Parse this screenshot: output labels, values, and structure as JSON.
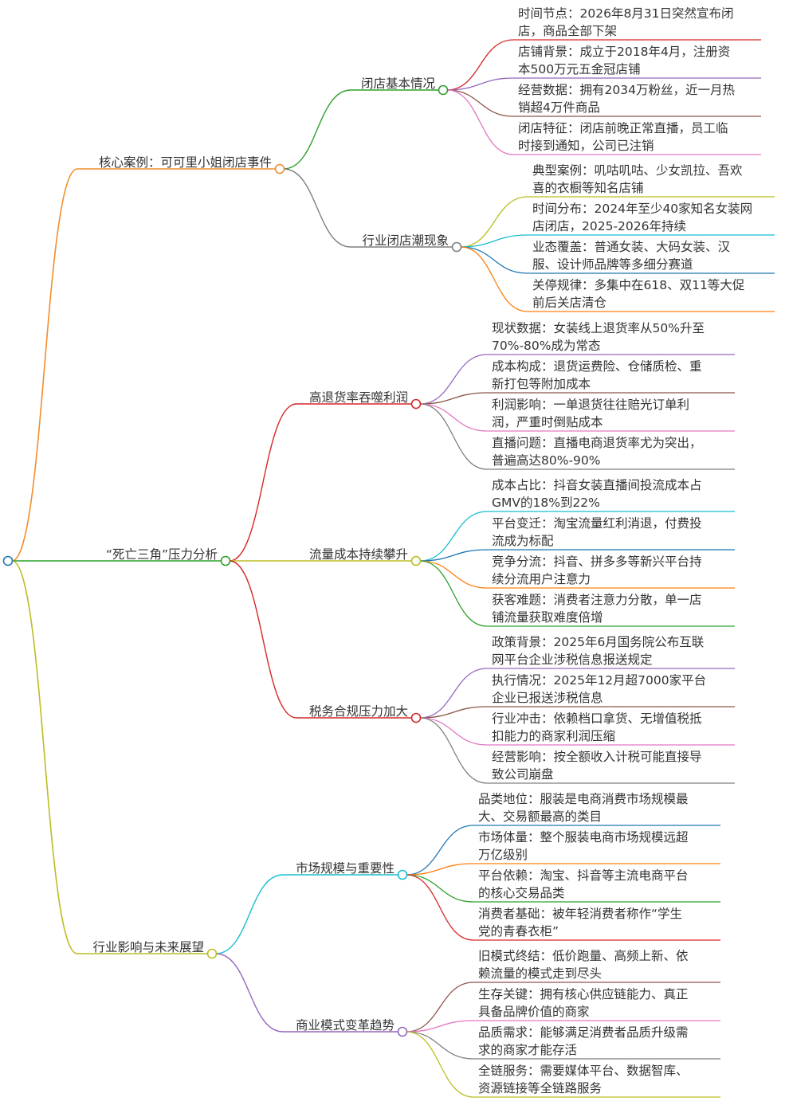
{
  "root": {
    "children": [
      {
        "label": "核心案例：可可里小姐闭店事件",
        "color": "#f28e2c",
        "children": [
          {
            "label": "闭店基本情况",
            "color": "#2ca02c",
            "leaves": [
              {
                "lines": [
                  "时间节点：2026年8月31日突然宣布闭",
                  "店，商品全部下架"
                ],
                "color": "#d62728"
              },
              {
                "lines": [
                  "店铺背景：成立于2018年4月，注册资",
                  "本500万元五金冠店铺"
                ],
                "color": "#9467bd"
              },
              {
                "lines": [
                  "经营数据：拥有2034万粉丝，近一月热",
                  "销超4万件商品"
                ],
                "color": "#8c564b"
              },
              {
                "lines": [
                  "闭店特征：闭店前晚正常直播，员工临",
                  "时接到通知，公司已注销"
                ],
                "color": "#e377c2"
              }
            ]
          },
          {
            "label": "行业闭店潮现象",
            "color": "#7f7f7f",
            "leaves": [
              {
                "lines": [
                  "典型案例：叽咕叽咕、少女凯拉、吾欢",
                  "喜的衣橱等知名店铺"
                ],
                "color": "#bcbd22"
              },
              {
                "lines": [
                  "时间分布：2024年至少40家知名女装网",
                  "店闭店，2025-2026年持续"
                ],
                "color": "#17becf"
              },
              {
                "lines": [
                  "业态覆盖：普通女装、大码女装、汉",
                  "服、设计师品牌等多细分赛道"
                ],
                "color": "#1f77b4"
              },
              {
                "lines": [
                  "关停规律：多集中在618、双11等大促",
                  "前后关店清仓"
                ],
                "color": "#ff7f0e"
              }
            ]
          }
        ]
      },
      {
        "label": "“死亡三角”压力分析",
        "color": "#2ca02c",
        "children": [
          {
            "label": "高退货率吞噬利润",
            "color": "#d62728",
            "leaves": [
              {
                "lines": [
                  "现状数据：女装线上退货率从50%升至",
                  "70%-80%成为常态"
                ],
                "color": "#9467bd"
              },
              {
                "lines": [
                  "成本构成：退货运费险、仓储质检、重",
                  "新打包等附加成本"
                ],
                "color": "#8c564b"
              },
              {
                "lines": [
                  "利润影响：一单退货往往赔光订单利",
                  "润，严重时倒贴成本"
                ],
                "color": "#e377c2"
              },
              {
                "lines": [
                  "直播问题：直播电商退货率尤为突出，",
                  "普遍高达80%-90%"
                ],
                "color": "#7f7f7f"
              }
            ]
          },
          {
            "label": "流量成本持续攀升",
            "color": "#bcbd22",
            "leaves": [
              {
                "lines": [
                  "成本占比：抖音女装直播间投流成本占",
                  "GMV的18%到22%"
                ],
                "color": "#17becf"
              },
              {
                "lines": [
                  "平台变迁：淘宝流量红利消退，付费投",
                  "流成为标配"
                ],
                "color": "#1f77b4"
              },
              {
                "lines": [
                  "竞争分流：抖音、拼多多等新兴平台持",
                  "续分流用户注意力"
                ],
                "color": "#ff7f0e"
              },
              {
                "lines": [
                  "获客难题：消费者注意力分散，单一店",
                  "铺流量获取难度倍增"
                ],
                "color": "#2ca02c"
              }
            ]
          },
          {
            "label": "税务合规压力加大",
            "color": "#d62728",
            "leaves": [
              {
                "lines": [
                  "政策背景：2025年6月国务院公布互联",
                  "网平台企业涉税信息报送规定"
                ],
                "color": "#9467bd"
              },
              {
                "lines": [
                  "执行情况：2025年12月超7000家平台",
                  "企业已报送涉税信息"
                ],
                "color": "#8c564b"
              },
              {
                "lines": [
                  "行业冲击：依赖档口拿货、无增值税抵",
                  "扣能力的商家利润压缩"
                ],
                "color": "#e377c2"
              },
              {
                "lines": [
                  "经营影响：按全额收入计税可能直接导",
                  "致公司崩盘"
                ],
                "color": "#7f7f7f"
              }
            ]
          }
        ]
      },
      {
        "label": "行业影响与未来展望",
        "color": "#bcbd22",
        "children": [
          {
            "label": "市场规模与重要性",
            "color": "#17becf",
            "leaves": [
              {
                "lines": [
                  "品类地位：服装是电商消费市场规模最",
                  "大、交易额最高的类目"
                ],
                "color": "#1f77b4"
              },
              {
                "lines": [
                  "市场体量：整个服装电商市场规模远超",
                  "万亿级别"
                ],
                "color": "#ff7f0e"
              },
              {
                "lines": [
                  "平台依赖：淘宝、抖音等主流电商平台",
                  "的核心交易品类"
                ],
                "color": "#2ca02c"
              },
              {
                "lines": [
                  "消费者基础：被年轻消费者称作“学生",
                  "党的青春衣柜”"
                ],
                "color": "#d62728"
              }
            ]
          },
          {
            "label": "商业模式变革趋势",
            "color": "#9467bd",
            "leaves": [
              {
                "lines": [
                  "旧模式终结：低价跑量、高频上新、依",
                  "赖流量的模式走到尽头"
                ],
                "color": "#8c564b"
              },
              {
                "lines": [
                  "生存关键：拥有核心供应链能力、真正",
                  "具备品牌价值的商家"
                ],
                "color": "#e377c2"
              },
              {
                "lines": [
                  "品质需求：能够满足消费者品质升级需",
                  "求的商家才能存活"
                ],
                "color": "#7f7f7f"
              },
              {
                "lines": [
                  "全链服务：需要媒体平台、数据智库、",
                  "资源链接等全链路服务"
                ],
                "color": "#bcbd22"
              }
            ]
          }
        ]
      }
    ]
  }
}
